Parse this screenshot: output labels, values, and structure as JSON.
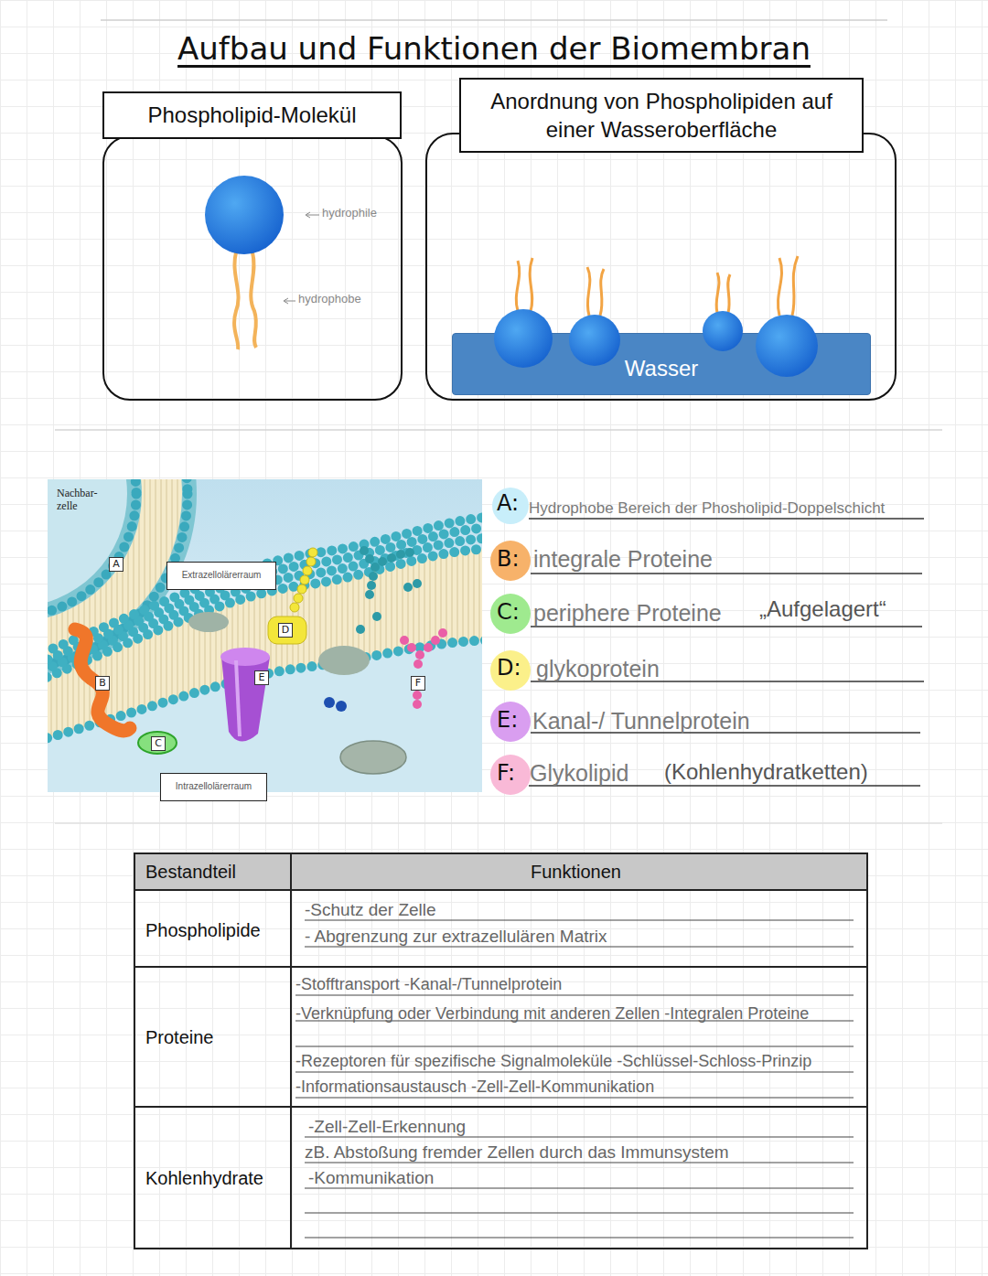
{
  "diagram": {
    "title": "Aufbau und Funktionen der Biomembran",
    "nodes": [
      {
        "text": [
          "Phospholipid-Molekül"
        ]
      },
      {
        "text": [
          "Anordnung von Phospholipiden auf einer Wasseroberfläche"
        ]
      },
      {
        "text": [
          "Wasser"
        ],
        "in": 1
      },
      {
        "text": [
          "Extrazellolärerraum"
        ]
      },
      {
        "text": [
          "Intrazellolärerraum"
        ]
      }
    ],
    "labels": [
      "hydrophile",
      "hydrophobe",
      "Nachbar- zelle",
      "A",
      "B",
      "C",
      "D",
      "E",
      "F",
      "A:",
      "Hydrophobe Bereich der Phosholipid-Doppelschicht",
      "B:",
      "integrale Proteine",
      "C:",
      "periphere Proteine",
      "„Aufgelagert“",
      "D:",
      "glykoprotein",
      "E:",
      "Kanal-/ Tunnelprotein",
      "F:",
      "Glykolipid",
      "(Kohlenhydratketten)",
      "Bestandteil",
      "Funktionen",
      "Phospholipide",
      "-Schutz der Zelle",
      "- Abgrenzung zur extrazellulären Matrix",
      "Proteine",
      "-Stofftransport -Kanal-/Tunnelprotein",
      "-Verknüpfung oder Verbindung mit anderen Zellen -Integralen Proteine",
      "-Rezeptoren für spezifische Signalmoleküle -Schlüssel-Schloss-Prinzip",
      "-Informationsaustausch -Zell-Zell-Kommunikation",
      "Kohlenhydrate",
      "-Zell-Zell-Erkennung",
      "zB. Abstoßung fremder Zellen durch das Immunsystem",
      "-Kommunikation"
    ]
  }
}
